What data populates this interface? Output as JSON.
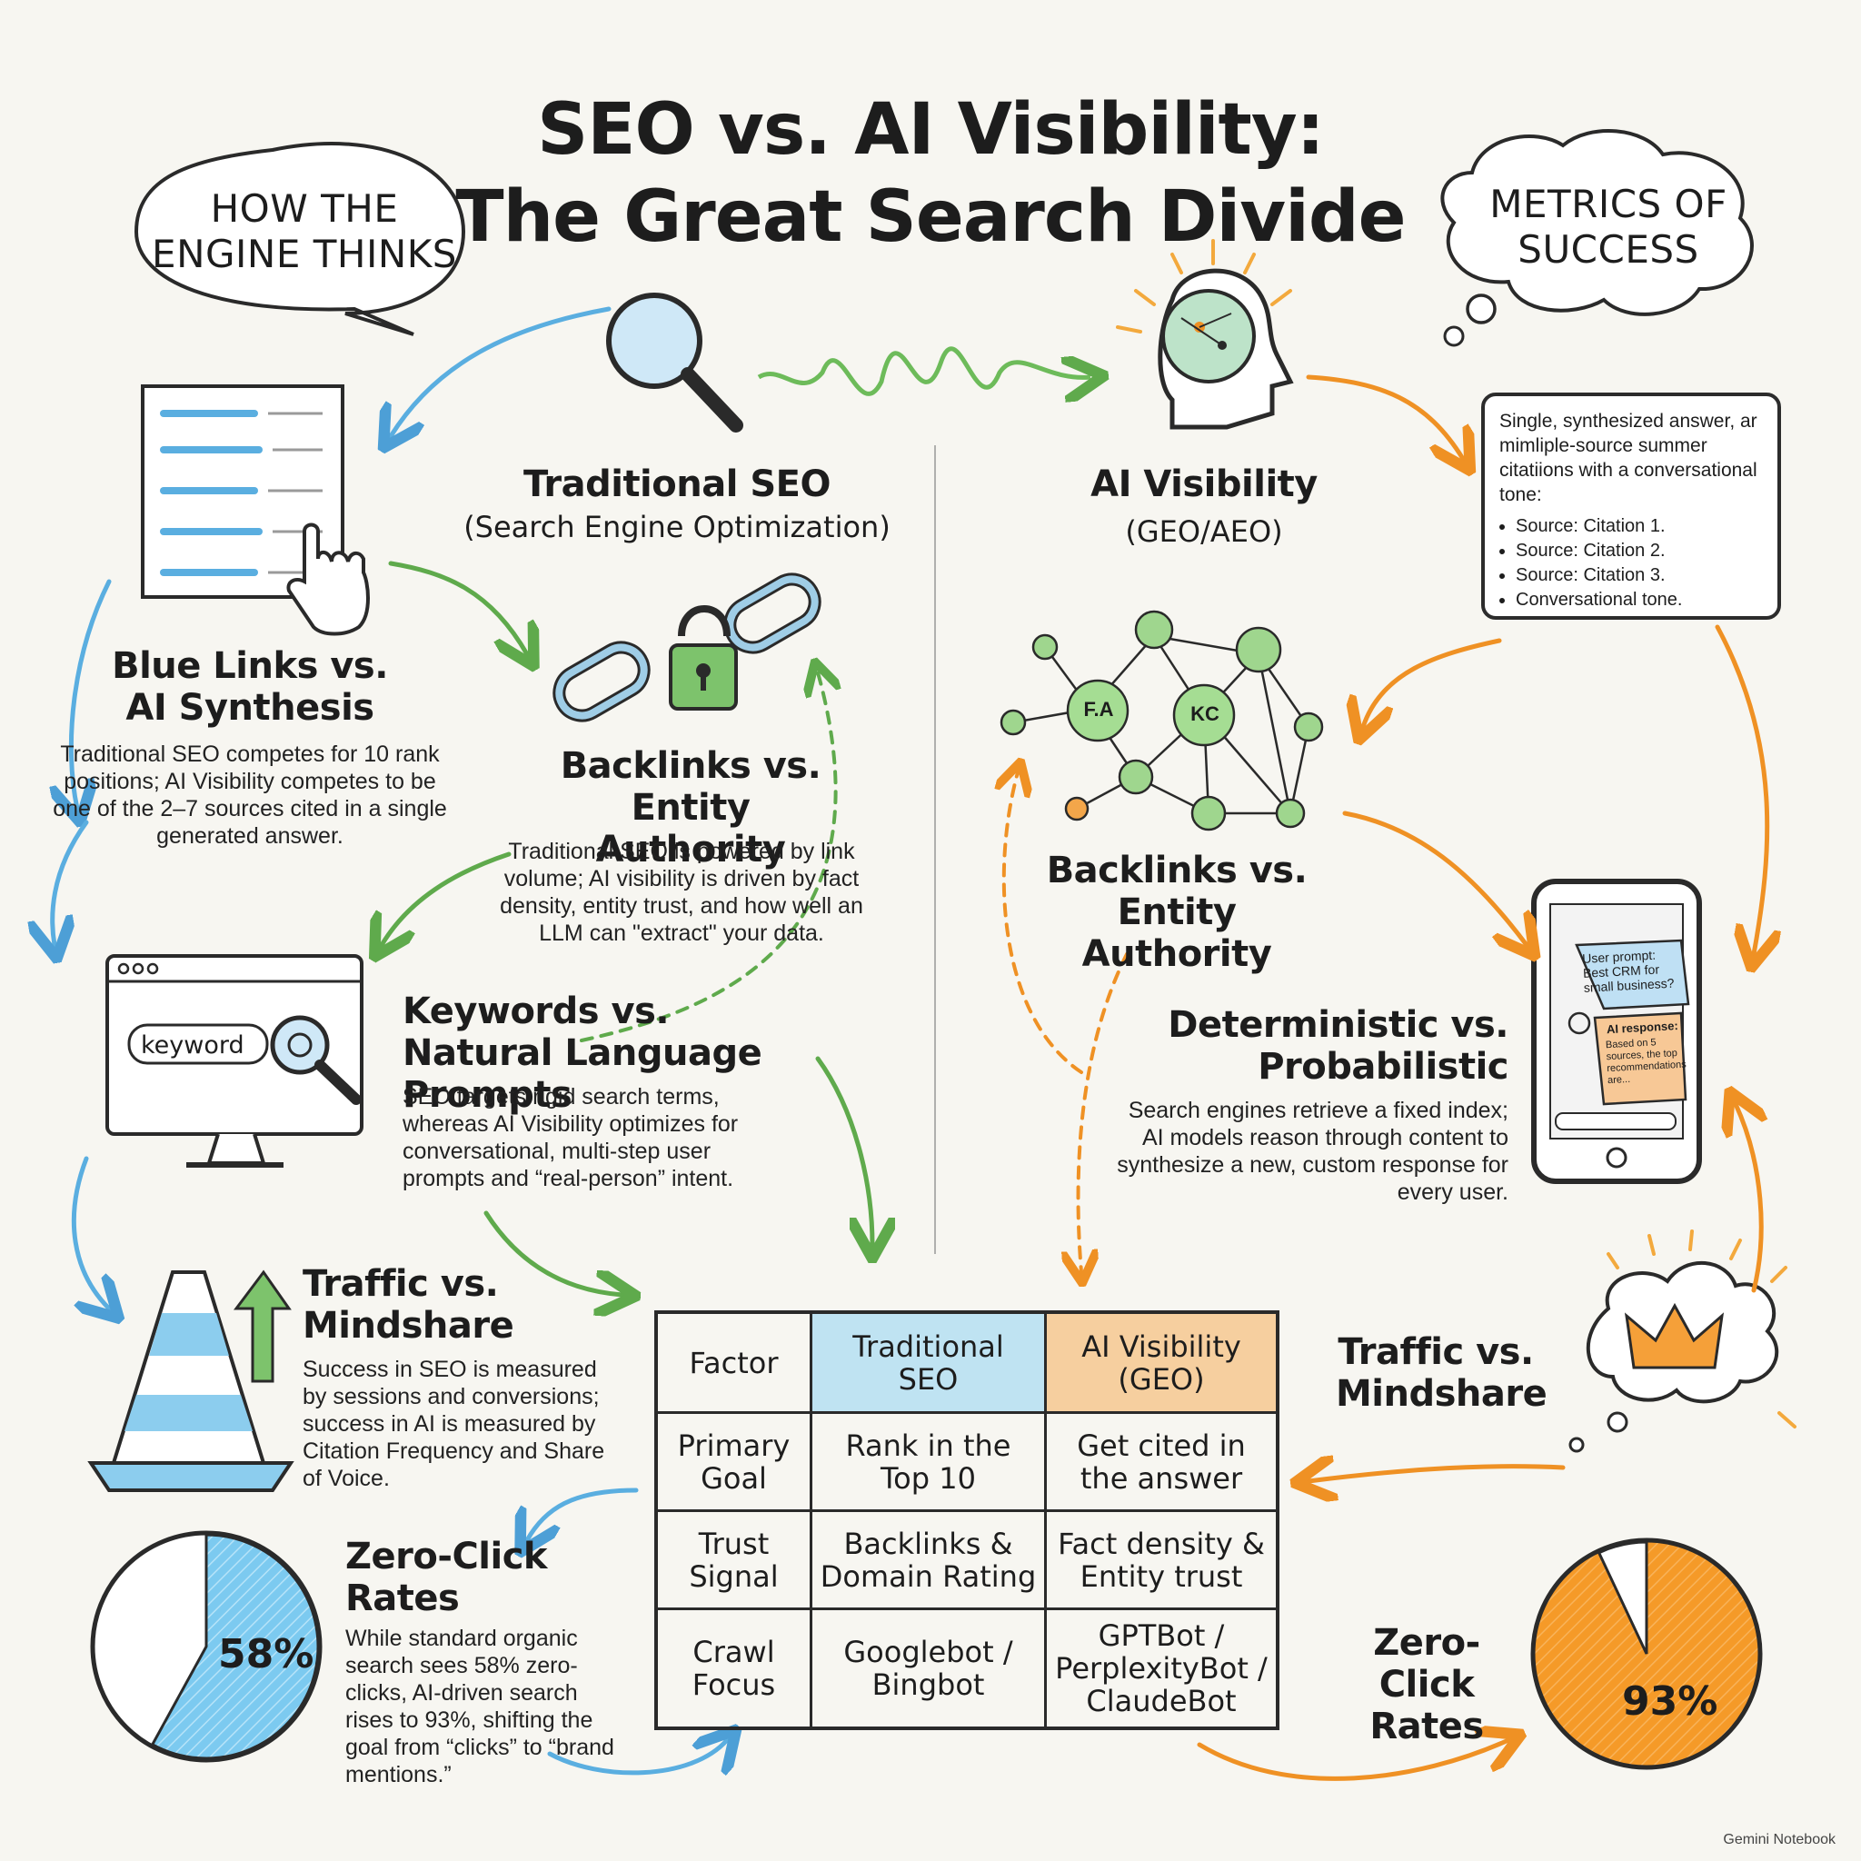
{
  "title": {
    "line1": "SEO vs. AI Visibility:",
    "line2": "The Great Search Divide"
  },
  "bubbles": {
    "engine": "HOW THE ENGINE THINKS",
    "metrics": "METRICS OF SUCCESS"
  },
  "seo": {
    "title": "Traditional SEO",
    "subtitle": "(Search Engine Optimization)"
  },
  "ai": {
    "title": "AI Visibility",
    "subtitle": "(GEO/AEO)"
  },
  "sections": {
    "blue_links": {
      "heading": "Blue Links vs. AI Synthesis",
      "body": "Traditional SEO competes for 10 rank positions; AI Visibility competes to be one of the 2–7 sources cited in a single generated answer."
    },
    "backlinks_left": {
      "heading": "Backlinks vs. Entity Authority",
      "body": "Traditional SEO is powered by link volume; AI visibility is driven by fact density, entity trust, and how well an LLM can \"extract\" your data."
    },
    "keywords": {
      "heading": "Keywords vs. Natural Language Prompts",
      "body": "SEO targets rigid search terms, whereas AI Visibility optimizes for conversational, multi-step user prompts and “real-person” intent."
    },
    "traffic_left": {
      "heading": "Traffic vs. Mindshare",
      "body": "Success in SEO is measured by sessions and conversions; success in AI is measured by Citation Frequency and Share of Voice."
    },
    "zero_left": {
      "heading": "Zero-Click Rates",
      "body": "While standard organic search sees 58% zero-clicks, AI-driven search rises to 93%, shifting the goal from “clicks” to “brand mentions.”"
    },
    "backlinks_right": {
      "heading": "Backlinks vs. Entity Authority"
    },
    "deterministic": {
      "heading": "Deterministic vs. Probabilistic",
      "body": "Search engines retrieve a fixed index; AI models reason through content to synthesize a new, custom response for every user."
    },
    "traffic_right": {
      "heading": "Traffic vs. Mindshare"
    },
    "zero_right": {
      "heading": "Zero-Click Rates"
    }
  },
  "chat_box": {
    "intro": "Single, synthesized answer, ar mimliple-source summer citatiions with a conversational tone:",
    "items": [
      "Source: Citation 1.",
      "Source: Citation 2.",
      "Source: Citation 3.",
      "Conversational tone."
    ]
  },
  "phone": {
    "user_prompt": "User prompt: Best CRM for small business?",
    "ai_label": "AI response:",
    "ai_text": "Based on 5 sources, the top recommendations are..."
  },
  "search_box": {
    "keyword": "keyword"
  },
  "network": {
    "node1": "F.A",
    "node2": "KC"
  },
  "pie_seo": {
    "value": 58,
    "label": "58%"
  },
  "pie_ai": {
    "value": 93,
    "label": "93%"
  },
  "table": {
    "headers": [
      "Factor",
      "Traditional SEO",
      "AI Visibility (GEO)"
    ],
    "rows": [
      [
        "Primary Goal",
        "Rank in the Top 10",
        "Get cited in the answer"
      ],
      [
        "Trust Signal",
        "Backlinks & Domain Rating",
        "Fact density & Entity trust"
      ],
      [
        "Crawl Focus",
        "Googlebot / Bingbot",
        "GPTBot / PerplexityBot / ClaudeBot"
      ]
    ]
  },
  "footer": "Gemini Notebook",
  "colors": {
    "blue": "#5aaee0",
    "green": "#6dbb5a",
    "orange": "#f29a2e",
    "ink": "#2a2a2a"
  }
}
